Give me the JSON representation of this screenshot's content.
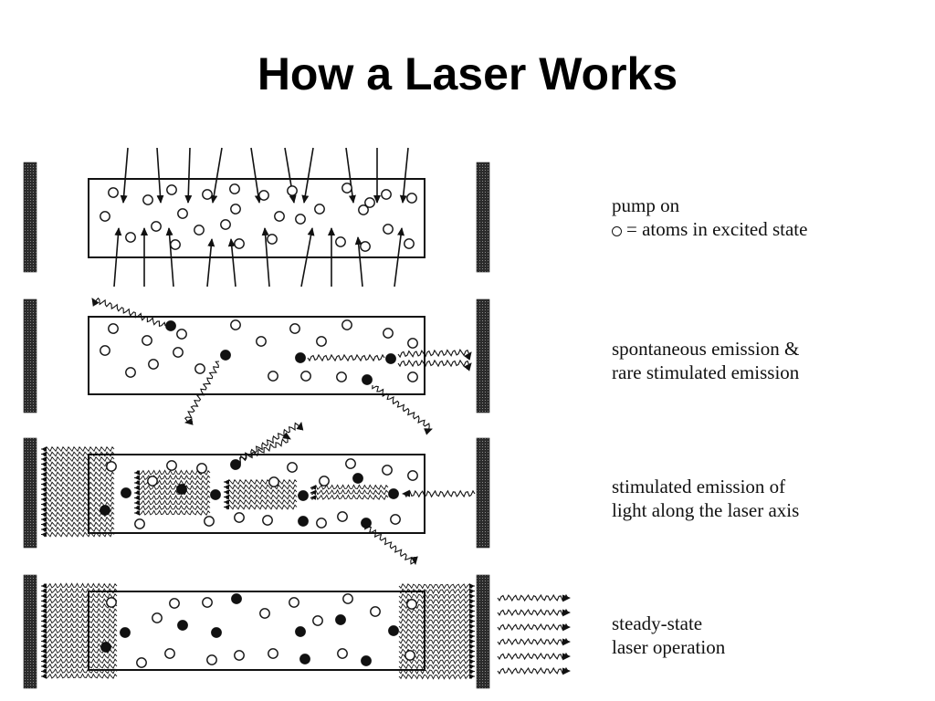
{
  "slide": {
    "title": "How a Laser Works"
  },
  "stages": [
    {
      "line1": "pump on",
      "line2": "= atoms in excited state",
      "legend_icon": "open-circle-icon"
    },
    {
      "line1": "spontaneous emission &",
      "line2": "rare stimulated emission"
    },
    {
      "line1": "stimulated emission of",
      "line2": "light along the laser axis"
    },
    {
      "line1": "steady-state",
      "line2": "laser operation"
    }
  ],
  "colors": {
    "ink": "#111111",
    "mirror": "#2b2b2b",
    "background": "#ffffff"
  }
}
